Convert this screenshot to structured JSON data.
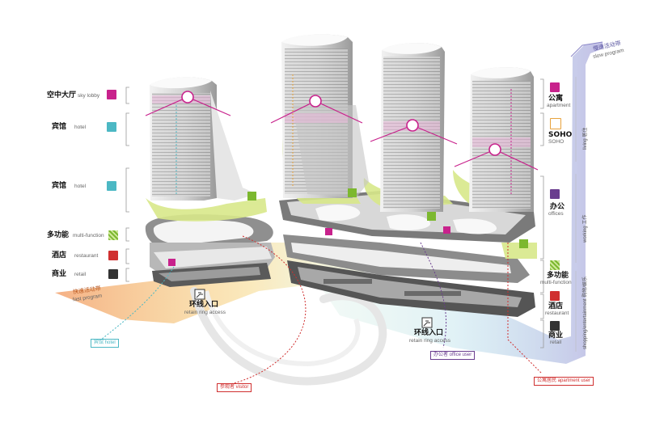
{
  "left_legend": [
    {
      "cn": "空中大厅",
      "en": "sky lobby",
      "color": "#c8228c"
    },
    {
      "cn": "宾馆",
      "en": "hotel",
      "color": "#4cb8c4"
    },
    {
      "cn": "宾馆",
      "en": "hotel",
      "color": "#4cb8c4"
    },
    {
      "cn": "多功能",
      "en": "multi-function",
      "color": "#7cb82f"
    },
    {
      "cn": "酒店",
      "en": "restaurant",
      "color": "#d03030"
    },
    {
      "cn": "商业",
      "en": "retail",
      "color": "#333333"
    }
  ],
  "right_legend": [
    {
      "cn": "公寓",
      "en": "apartment",
      "color": "#c8228c"
    },
    {
      "cn": "SOHO",
      "en": "SOHO",
      "color": "#e8a23c"
    },
    {
      "cn": "办公",
      "en": "offices",
      "color": "#6a3d8f"
    },
    {
      "cn": "多功能",
      "en": "multi-function",
      "color": "#7cb82f"
    },
    {
      "cn": "酒店",
      "en": "restaurant",
      "color": "#d03030"
    },
    {
      "cn": "商业",
      "en": "retail",
      "color": "#333333"
    }
  ],
  "right_vertical": {
    "living": "living 居住",
    "working": "working 工作",
    "shopping": "shopping/entertainment 购物/娱乐"
  },
  "slow_band": {
    "cn": "慢速活动带",
    "en": "slow program"
  },
  "fast_band": {
    "cn": "快速活动带",
    "en": "fast program"
  },
  "ring_access_1": {
    "cn": "环线入口",
    "en": "retain ring access"
  },
  "ring_access_2": {
    "cn": "环线入口",
    "en": "retain ring access"
  },
  "tags": {
    "hotel": "宾馆 hotel",
    "visitor": "参观者 visitor",
    "office_user": "办公者 office user",
    "apartment_user": "公寓居民 apartment user"
  },
  "colors": {
    "magenta": "#c8228c",
    "lime": "#d8e88a",
    "orange": "#f4a878",
    "lavender": "#b4b0e0",
    "gray": "#6e6e6e"
  }
}
